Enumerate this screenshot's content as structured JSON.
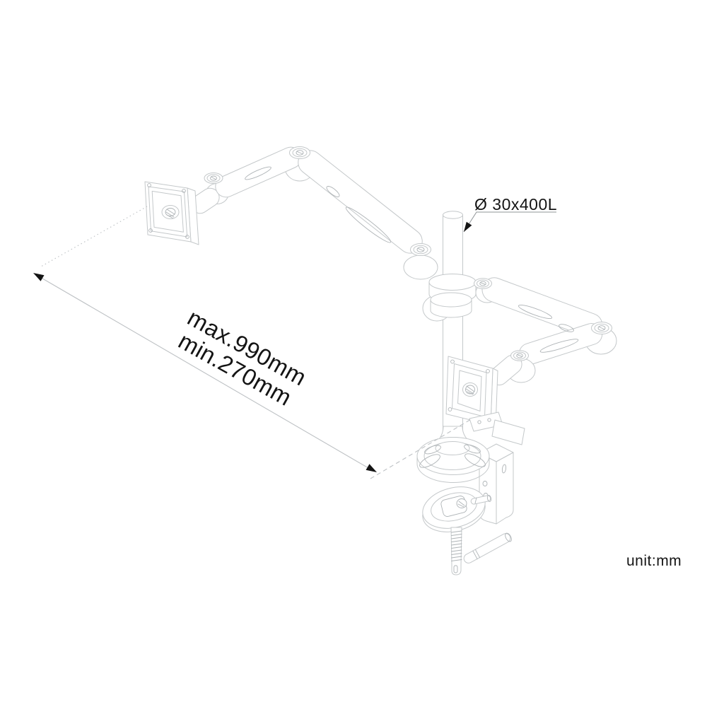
{
  "page": {
    "background": "#ffffff"
  },
  "diagram": {
    "description": "Isometric CAD line drawing of a dual-arm monitor desk mount: two articulated arms with VESA plates, a vertical pole and a desk clamp base",
    "line_color": "#c4c8ca",
    "detail_line_color": "#aeb3b6",
    "dimension_line_color": "#bdc1c4",
    "annotation_color": "#141414"
  },
  "annotations": {
    "pole_diameter": {
      "label": "Ø 30x400L"
    },
    "arm_reach": {
      "line1": "max.990mm",
      "line2": "min.270mm",
      "rotation_deg": 29
    },
    "unit_note": {
      "label": "unit:mm"
    }
  }
}
